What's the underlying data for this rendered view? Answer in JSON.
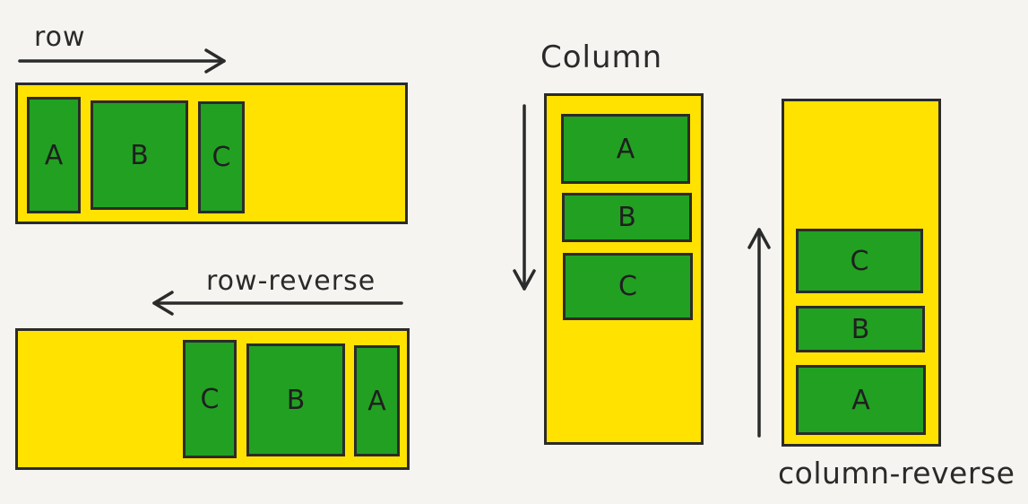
{
  "colors": {
    "background": "#f5f4f0",
    "container": "#ffe200",
    "item": "#22a022",
    "stroke": "#2b2b2b"
  },
  "diagrams": {
    "row": {
      "label": "row",
      "items": [
        "A",
        "B",
        "C"
      ]
    },
    "row_reverse": {
      "label": "row-reverse",
      "items": [
        "C",
        "B",
        "A"
      ]
    },
    "column": {
      "label": "Column",
      "items": [
        "A",
        "B",
        "C"
      ]
    },
    "column_reverse": {
      "label": "column-reverse",
      "items": [
        "C",
        "B",
        "A"
      ]
    }
  }
}
